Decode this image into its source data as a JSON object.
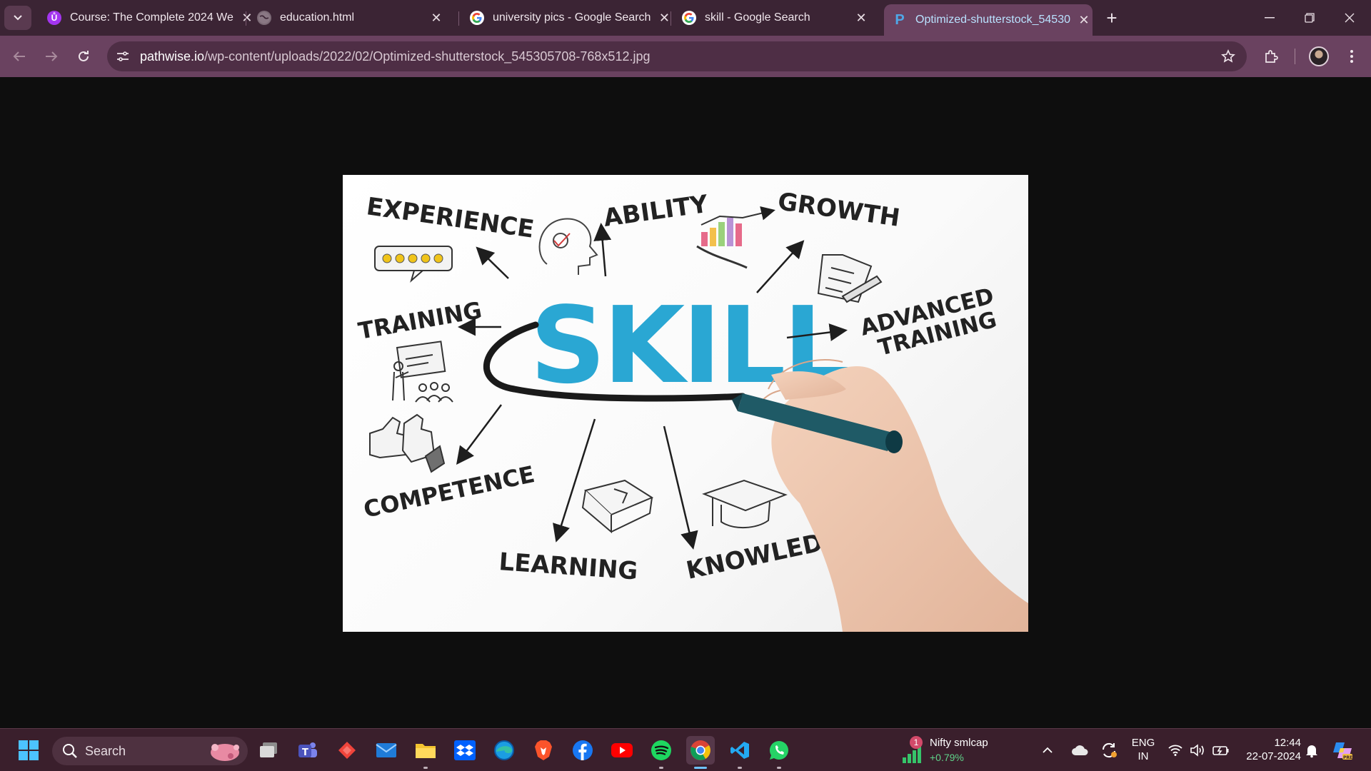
{
  "browser": {
    "tabs": [
      {
        "title": "Course: The Complete 2024 We",
        "favicon": "udemy-icon",
        "active": false
      },
      {
        "title": "education.html",
        "favicon": "globe-icon",
        "active": false
      },
      {
        "title": "university pics - Google Search",
        "favicon": "google-icon",
        "active": false
      },
      {
        "title": "skill - Google Search",
        "favicon": "google-icon",
        "active": false
      },
      {
        "title": "Optimized-shutterstock_54530",
        "favicon": "pathwise-icon",
        "active": true
      }
    ],
    "url_host": "pathwise.io",
    "url_path": "/wp-content/uploads/2022/02/Optimized-shutterstock_545305708-768x512.jpg"
  },
  "image": {
    "center_word": "SKILL",
    "labels": {
      "experience": "EXPERIENCE",
      "ability": "ABILITY",
      "growth": "GROWTH",
      "training": "TRAINING",
      "advanced_1": "ADVANCED",
      "advanced_2": "TRAINING",
      "competence": "COMPETENCE",
      "learning": "LEARNING",
      "knowledge": "KNOWLEDGE"
    },
    "accent_color": "#2aa7d3"
  },
  "taskbar": {
    "search_label": "Search",
    "stock_name": "Nifty smlcap",
    "stock_change": "+0.79%",
    "stock_badge": "1",
    "lang_1": "ENG",
    "lang_2": "IN",
    "time": "12:44",
    "date": "22-07-2024",
    "apps": [
      "file-explorer-icon",
      "teams-icon",
      "anydesk-icon",
      "mail-icon",
      "folder-icon",
      "dropbox-icon",
      "edge-icon",
      "brave-icon",
      "facebook-icon",
      "youtube-icon",
      "spotify-icon",
      "chrome-icon",
      "vscode-icon",
      "whatsapp-icon"
    ]
  }
}
